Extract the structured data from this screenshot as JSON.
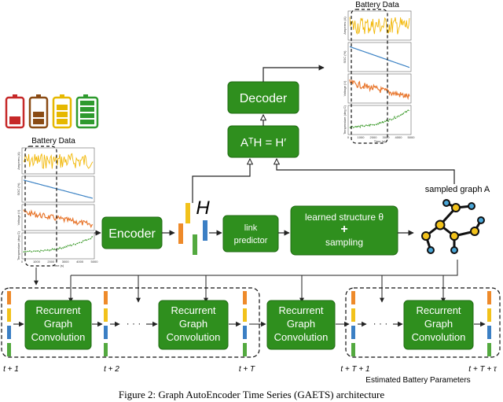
{
  "colors": {
    "green_box": "#2f8f1e",
    "green_box_border": "#1f6b12",
    "current_trace": "#f2b705",
    "soc_trace": "#3b82c4",
    "voltage_trace": "#e8772e",
    "temperature_trace": "#3c9a2b",
    "vector_orange": "#ee8a2a",
    "vector_yellow": "#f2c21b",
    "vector_blue": "#3b7fc4",
    "vector_green": "#53a93f",
    "graph_node": "#f2c21b",
    "graph_node_blue": "#49a6d8"
  },
  "battery_icons": [
    "battery-low-red",
    "battery-mid-brown",
    "battery-high-yellow",
    "battery-full-green"
  ],
  "left_plots": {
    "title": "Battery Data",
    "ylabels": [
      "Amperes (A)",
      "SOC (%)",
      "Voltage (V)",
      "Temperature (deg C)"
    ],
    "xlabel": "Time (s)",
    "xticks": [
      "0",
      "1000",
      "2000",
      "3000",
      "4000",
      "5000"
    ]
  },
  "right_plots": {
    "title": "Battery Data",
    "ylabels": [
      "Amperes (A)",
      "SOC (%)",
      "Voltage (V)",
      "Temperature (deg C)"
    ],
    "xlabel": "Time (s)",
    "xticks": [
      "0",
      "1000",
      "2000",
      "3000",
      "4000",
      "5000"
    ]
  },
  "encoder": {
    "label": "Encoder"
  },
  "decoder": {
    "label": "Decoder"
  },
  "equation": {
    "label": "AᵀH = H′"
  },
  "hidden": {
    "label": "H"
  },
  "link_predictor": {
    "line1": "link",
    "line2": "predictor"
  },
  "structure": {
    "line1": "learned  structure θ",
    "plus": "+",
    "line2": "sampling"
  },
  "sampled_graph": {
    "label": "sampled graph A"
  },
  "rgc": {
    "line1": "Recurrent",
    "line2": "Graph",
    "line3": "Convolution"
  },
  "dots": "· · ·",
  "time_labels": {
    "t1": "t + 1",
    "t2": "t + 2",
    "tT": "t + T",
    "tT1": "t + T + 1",
    "tTtau": "t + T + τ"
  },
  "estimated": {
    "label": "Estimated Battery Parameters"
  },
  "caption": {
    "text": "Figure 2: Graph AutoEncoder Time Series (GAETS) architecture"
  }
}
